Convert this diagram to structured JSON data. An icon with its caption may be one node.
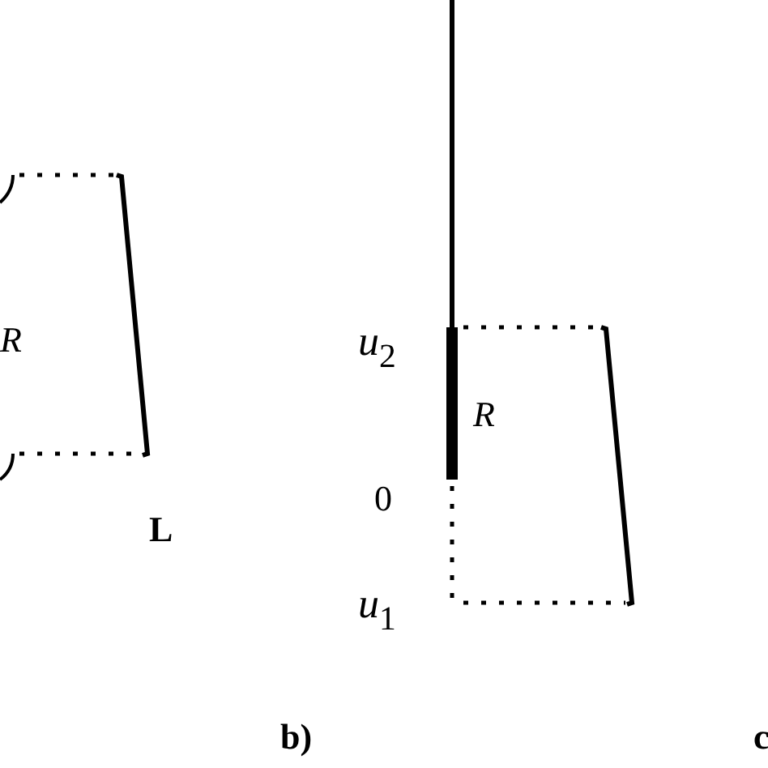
{
  "diagram": {
    "labels": [
      "R",
      "L",
      "*u*$_{2}$",
      "R",
      "0",
      "*u*$_{1}$",
      "b)",
      "c"
    ]
  }
}
